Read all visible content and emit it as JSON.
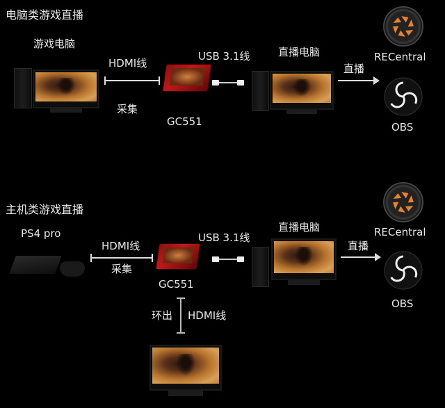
{
  "pc_section": {
    "title": "电脑类游戏直播",
    "game_pc": "游戏电脑",
    "hdmi": "HDMI线",
    "capture": "采集",
    "device": "GC551",
    "usb": "USB 3.1线",
    "stream_pc": "直播电脑",
    "live": "直播",
    "app1": "RECentral",
    "app2": "OBS"
  },
  "console_section": {
    "title": "主机类游戏直播",
    "console": "PS4 pro",
    "hdmi": "HDMI线",
    "capture": "采集",
    "device": "GC551",
    "usb": "USB 3.1线",
    "stream_pc": "直播电脑",
    "live": "直播",
    "app1": "RECentral",
    "app2": "OBS",
    "loop_out": "环出",
    "loop_hdmi": "HDMI线"
  },
  "colors": {
    "background": "#000000",
    "logo_orange": "#e8832a",
    "capture_red": "#c01818"
  }
}
